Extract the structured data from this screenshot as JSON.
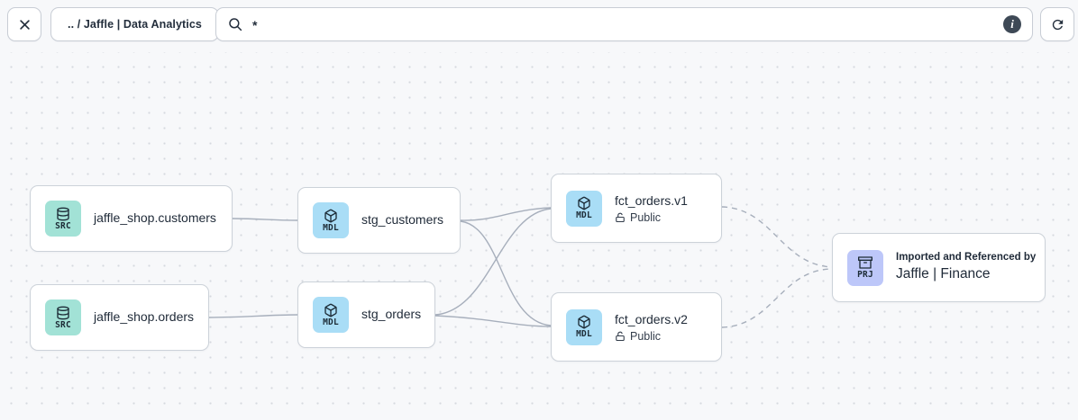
{
  "toolbar": {
    "breadcrumb": ".. / Jaffle | Data Analytics",
    "search_value": "*",
    "search_placeholder": "",
    "icons": [
      "close-icon",
      "search-icon",
      "info-icon",
      "refresh-icon"
    ]
  },
  "colors": {
    "canvas_bg": "#f7f8fa",
    "dot": "#d5d9df",
    "node_border": "#ccd2d9",
    "text": "#1f2a38",
    "edge": "#a7afbc",
    "src_badge": "#a2e2d6",
    "mdl_badge": "#a9ddf6",
    "prj_badge": "#bdc7f9",
    "info_circle": "#3e4956"
  },
  "nodes": [
    {
      "id": "src-customers",
      "type": "SRC",
      "icon": "database-icon",
      "label": "jaffle_shop.customers"
    },
    {
      "id": "src-orders",
      "type": "SRC",
      "icon": "database-icon",
      "label": "jaffle_shop.orders"
    },
    {
      "id": "stg-customers",
      "type": "MDL",
      "icon": "cube-icon",
      "label": "stg_customers"
    },
    {
      "id": "stg-orders",
      "type": "MDL",
      "icon": "cube-icon",
      "label": "stg_orders"
    },
    {
      "id": "fct-orders-v1",
      "type": "MDL",
      "icon": "cube-icon",
      "label": "fct_orders.v1",
      "access": "Public",
      "access_icon": "unlock-icon"
    },
    {
      "id": "fct-orders-v2",
      "type": "MDL",
      "icon": "cube-icon",
      "label": "fct_orders.v2",
      "access": "Public",
      "access_icon": "unlock-icon"
    },
    {
      "id": "prj-finance",
      "type": "PRJ",
      "icon": "archive-icon",
      "caption": "Imported and Referenced by",
      "label": "Jaffle | Finance"
    }
  ],
  "edges": [
    {
      "from": "jaffle_shop.customers",
      "to": "stg_customers",
      "style": "solid"
    },
    {
      "from": "jaffle_shop.orders",
      "to": "stg_orders",
      "style": "solid"
    },
    {
      "from": "stg_customers",
      "to": "fct_orders.v1",
      "style": "solid"
    },
    {
      "from": "stg_customers",
      "to": "fct_orders.v2",
      "style": "solid"
    },
    {
      "from": "stg_orders",
      "to": "fct_orders.v1",
      "style": "solid"
    },
    {
      "from": "stg_orders",
      "to": "fct_orders.v2",
      "style": "solid"
    },
    {
      "from": "fct_orders.v1",
      "to": "Jaffle | Finance",
      "style": "dashed"
    },
    {
      "from": "fct_orders.v2",
      "to": "Jaffle | Finance",
      "style": "dashed"
    }
  ]
}
